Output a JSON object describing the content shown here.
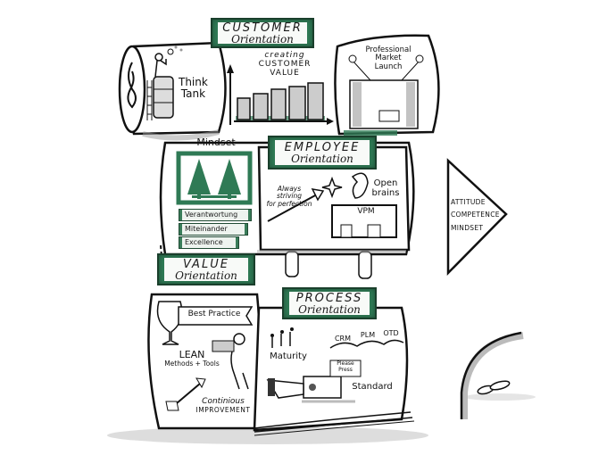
{
  "colors": {
    "accent_green": "#2f7a55",
    "ink": "#111111",
    "shadow_gray": "#b5b5b5",
    "background": "#ffffff"
  },
  "top_row": {
    "think_tank": {
      "label_line1": "Think",
      "label_line2": "Tank",
      "icon": "person-on-barrel-icon"
    },
    "customer_orientation": {
      "banner_line1": "CUSTOMER",
      "banner_line2": "Orientation",
      "subtitle_line1": "creating",
      "subtitle_line2": "CUSTOMER",
      "subtitle_line3": "VALUE",
      "bars": [
        1,
        2,
        3,
        4,
        5
      ]
    },
    "market_launch": {
      "label_line1": "Professional",
      "label_line2": "Market",
      "label_line3": "Launch",
      "icon": "stage-spotlights-icon"
    }
  },
  "middle_row": {
    "mindset": {
      "title": "Mindset",
      "tags": [
        "Verantwortung",
        "Miteinander",
        "Excellence"
      ],
      "icon": "trees-icon"
    },
    "employee_orientation": {
      "banner_line1": "EMPLOYEE",
      "banner_line2": "Orientation",
      "striving_line1": "Always",
      "striving_line2": "striving",
      "striving_line3": "for perfection",
      "open_line1": "Open",
      "open_line2": "brains",
      "vpm_label": "VPM"
    }
  },
  "bottom_row": {
    "value_orientation": {
      "banner_line1": "VALUE",
      "banner_line2": "Orientation",
      "best_practice": "Best Practice",
      "lean_title": "LEAN",
      "lean_sub": "Methods + Tools",
      "ci_line1": "Continious",
      "ci_line2": "IMPROVEMENT"
    },
    "process_orientation": {
      "banner_line1": "PROCESS",
      "banner_line2": "Orientation",
      "maturity": "Maturity",
      "systems": [
        "CRM",
        "PLM",
        "OTD"
      ],
      "please_press_line1": "Please",
      "please_press_line2": "Press",
      "standard": "Standard"
    }
  },
  "side_arrow": {
    "items": [
      "ATTITUDE",
      "COMPETENCE",
      "MINDSET"
    ]
  }
}
